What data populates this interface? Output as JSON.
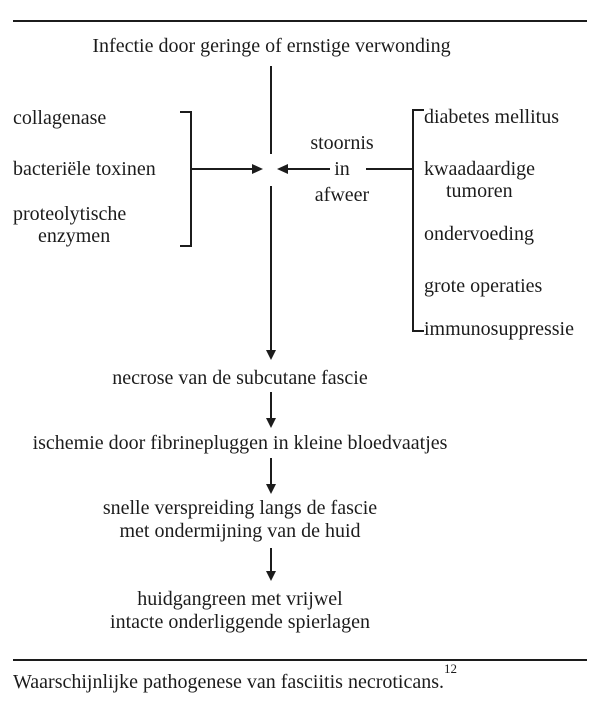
{
  "page": {
    "ink_color": "#1c1c1c",
    "background_color": "#ffffff"
  },
  "flowchart": {
    "title": "Infectie door geringe of ernstige verwonding",
    "left_factors": [
      {
        "lines": [
          "collagenase"
        ]
      },
      {
        "lines": [
          "bacteriële toxinen"
        ]
      },
      {
        "lines": [
          "proteolytische",
          "enzymen"
        ]
      }
    ],
    "center_label": {
      "lines": [
        "stoornis",
        "in",
        "afweer"
      ]
    },
    "right_factors": [
      {
        "lines": [
          "diabetes mellitus"
        ]
      },
      {
        "lines": [
          "kwaadaardige",
          "tumoren"
        ]
      },
      {
        "lines": [
          "ondervoeding"
        ]
      },
      {
        "lines": [
          "grote operaties"
        ]
      },
      {
        "lines": [
          "immunosuppressie"
        ]
      }
    ],
    "steps": [
      {
        "lines": [
          "necrose van de subcutane fascie"
        ]
      },
      {
        "lines": [
          "ischemie door fibrinepluggen in kleine bloedvaatjes"
        ]
      },
      {
        "lines": [
          "snelle verspreiding langs de fascie",
          "met ondermijning van de huid"
        ]
      },
      {
        "lines": [
          "huidgangreen met vrijwel",
          "intacte onderliggende spierlagen"
        ]
      }
    ]
  },
  "caption": {
    "text": "Waarschijnlijke pathogenese van fasciitis necroticans.",
    "reference_superscript": "12"
  }
}
